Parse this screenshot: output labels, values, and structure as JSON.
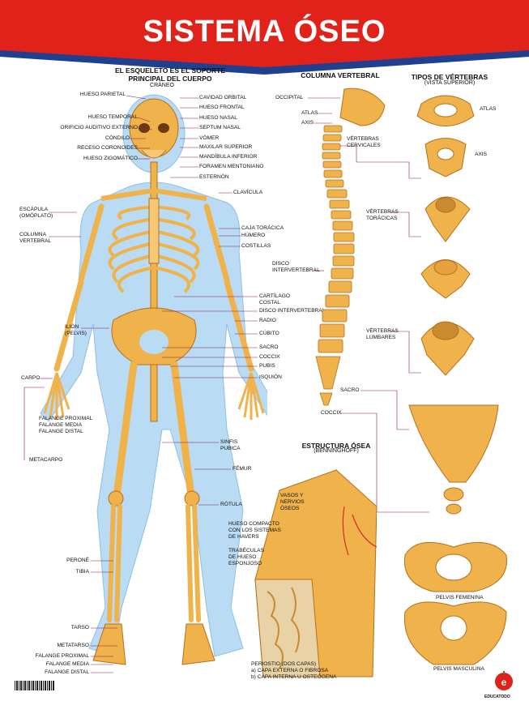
{
  "title": "SISTEMA ÓSEO",
  "skeleton": {
    "heading_line1": "EL ESQUELETO ES EL SOPORTE",
    "heading_line2": "PRINCIPAL DEL CUERPO",
    "subheading": "CRÁNEO",
    "labels_left": [
      "HUESO PARIETAL",
      "HUESO TEMPORAL",
      "ORIFICIO AUDITIVO EXTERNO",
      "CÓNDILO",
      "RECESO CORONOIDES",
      "HUESO ZIGOMÁTICO",
      "ESCÁPULA",
      "(OMÓPLATO)",
      "COLUMNA",
      "VERTEBRAL",
      "ILIÓN",
      "(PELVIS)",
      "CARPO",
      "FALANGE PROXIMAL",
      "FALANGE MEDIA",
      "FALANGE DISTAL",
      "METACARPO",
      "PERONÉ",
      "TIBIA",
      "TARSO",
      "METATARSO",
      "FALANGE PROXIMAL",
      "FALANGE MEDIA",
      "FALANGE DISTAL"
    ],
    "labels_right": [
      "CAVIDAD ORBITAL",
      "HUESO FRONTAL",
      "HUESO NASAL",
      "SEPTUM NASAL",
      "VÓMER",
      "MAXILAR SUPERIOR",
      "MANDÍBULA INFERIOR",
      "FORAMEN MENTONIANO",
      "ESTERNÓN",
      "CLAVÍCULA",
      "CAJA TORÁCICA",
      "HÚMERO",
      "COSTILLAS",
      "CARTÍLAGO",
      "COSTAL",
      "DISCO INTERVERTEBRAL",
      "RADIO",
      "CÚBITO",
      "SACRO",
      "COCCIX",
      "PUBIS",
      "ISQUIÓN",
      "SINFIS",
      "PUBICA",
      "FÉMUR",
      "RÓTULA"
    ]
  },
  "spine": {
    "heading": "COLUMNA VERTEBRAL",
    "labels": [
      "OCCIPITAL",
      "ATLAS",
      "AXIS",
      "VÉRTEBRAS",
      "CERVICALES",
      "DISCO",
      "INTERVERTEBRAL",
      "VÉRTEBRAS",
      "TORÁCICAS",
      "VÉRTEBRAS",
      "LUMBARES",
      "SACRO",
      "COCCIX"
    ]
  },
  "vertebrae": {
    "heading": "TIPOS DE VÉRTEBRAS",
    "subheading": "(VISTA SUPERIOR)",
    "labels": [
      "ATLAS",
      "AXIS"
    ]
  },
  "pelvis": {
    "labels": [
      "PELVIS FEMENINA",
      "PELVIS MASCULINA"
    ]
  },
  "bone_structure": {
    "heading": "ESTRUCTURA ÓSEA",
    "subheading": "(BENNINGHOFF)",
    "labels": [
      "VASOS Y",
      "NERVIOS",
      "ÓSEOS",
      "HUESO COMPACTO",
      "CON LOS SISTEMAS",
      "DE HAVERS",
      "TRABÉCULAS",
      "DE HUESO",
      "ESPONJOSO",
      "PERIOSTIO (DOS CAPAS)",
      "a) CAPA EXTERNA O FIBROSA",
      "b) CAPA INTERNA U OSTEÓGENA"
    ]
  },
  "logo_text": "EDUCATODO",
  "colors": {
    "banner_red": "#e0221b",
    "banner_blue": "#1f3f8f",
    "bone": "#f0b24a",
    "body_blue": "#b9dbf3",
    "leader": "#8a1a5a"
  }
}
